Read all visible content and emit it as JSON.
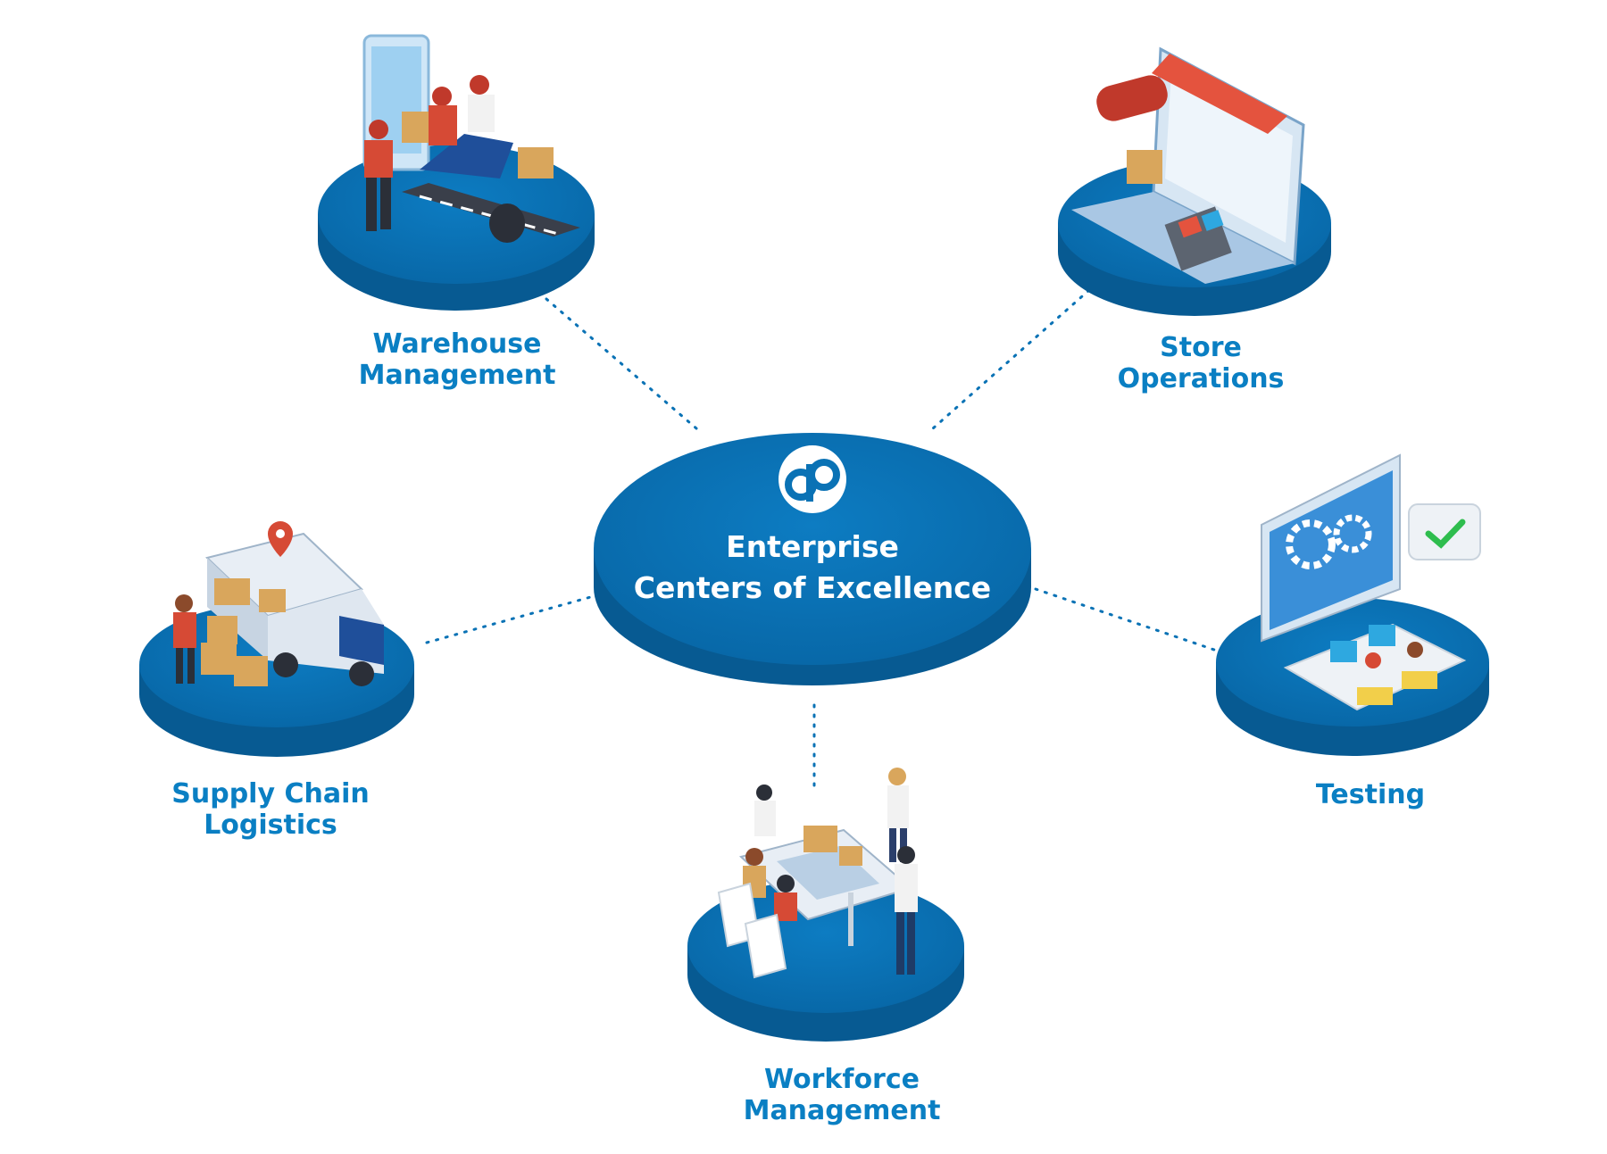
{
  "center": {
    "title_line1": "Enterprise",
    "title_line2": "Centers of Excellence",
    "logo_text": "dP",
    "color": "#0a72b5"
  },
  "nodes": [
    {
      "id": "warehouse",
      "line1": "Warehouse",
      "line2": "Management",
      "icon": "delivery-scooter-icon"
    },
    {
      "id": "store",
      "line1": "Store",
      "line2": "Operations",
      "icon": "online-store-laptop-icon"
    },
    {
      "id": "supply",
      "line1": "Supply Chain",
      "line2": "Logistics",
      "icon": "delivery-truck-icon"
    },
    {
      "id": "testing",
      "line1": "Testing",
      "line2": "",
      "icon": "gear-monitor-icon"
    },
    {
      "id": "workforce",
      "line1": "Workforce",
      "line2": "Management",
      "icon": "team-meeting-icon"
    }
  ],
  "colors": {
    "disc_top": "#0a72b5",
    "disc_side": "#075a92",
    "label": "#0a7fc3",
    "connector": "#0a72b5"
  }
}
